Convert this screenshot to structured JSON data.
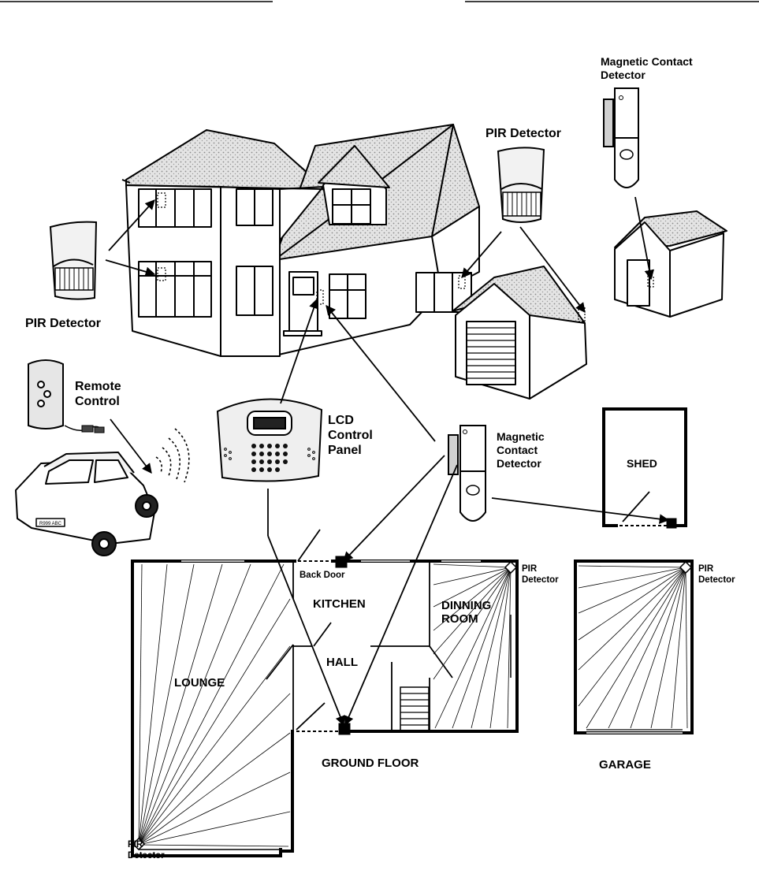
{
  "labels": {
    "magnetic_contact_top": "Magnetic Contact\nDetector",
    "pir_detector_top": "PIR Detector",
    "pir_detector_left": "PIR Detector",
    "remote_control": "Remote\nControl",
    "lcd_control_panel": "LCD\nControl\nPanel",
    "magnetic_contact_mid": "Magnetic\nContact\nDetector",
    "shed": "SHED",
    "back_door": "Back Door",
    "kitchen": "KITCHEN",
    "dinning_room": "DINNING\nROOM",
    "hall": "HALL",
    "lounge": "LOUNGE",
    "ground_floor": "GROUND FLOOR",
    "garage": "GARAGE",
    "pir_dining": "PIR\nDetector",
    "pir_garage": "PIR\nDetector",
    "pir_lounge": "PIR\nDetector",
    "car_plate": "R999 ABC"
  },
  "colors": {
    "ink": "#000000",
    "roof_fill": "#d9d9d9",
    "paper": "#ffffff",
    "device_grey": "#e6e6e6"
  },
  "icons": [
    "house-illustration",
    "garage-illustration",
    "shed-illustration",
    "car-illustration",
    "remote-control-icon",
    "pir-detector-icon",
    "magnetic-contact-icon",
    "lcd-panel-icon",
    "floor-plan"
  ]
}
